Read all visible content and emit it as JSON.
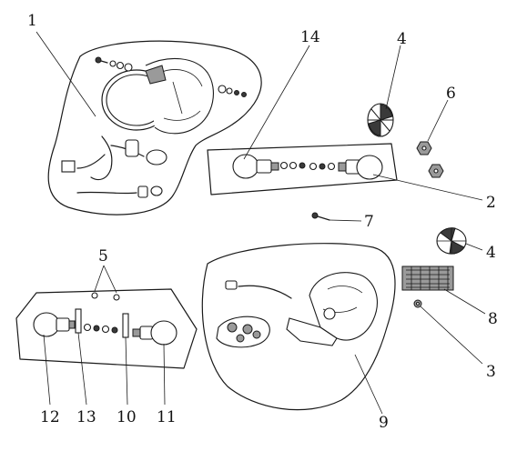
{
  "callouts": [
    {
      "id": "c1",
      "text": "1"
    },
    {
      "id": "c14",
      "text": "14"
    },
    {
      "id": "c4a",
      "text": "4"
    },
    {
      "id": "c6",
      "text": "6"
    },
    {
      "id": "c2",
      "text": "2"
    },
    {
      "id": "c7",
      "text": "7"
    },
    {
      "id": "c4b",
      "text": "4"
    },
    {
      "id": "c5",
      "text": "5"
    },
    {
      "id": "c8",
      "text": "8"
    },
    {
      "id": "c3",
      "text": "3"
    },
    {
      "id": "c12",
      "text": "12"
    },
    {
      "id": "c13",
      "text": "13"
    },
    {
      "id": "c10",
      "text": "10"
    },
    {
      "id": "c11",
      "text": "11"
    },
    {
      "id": "c9",
      "text": "9"
    }
  ]
}
